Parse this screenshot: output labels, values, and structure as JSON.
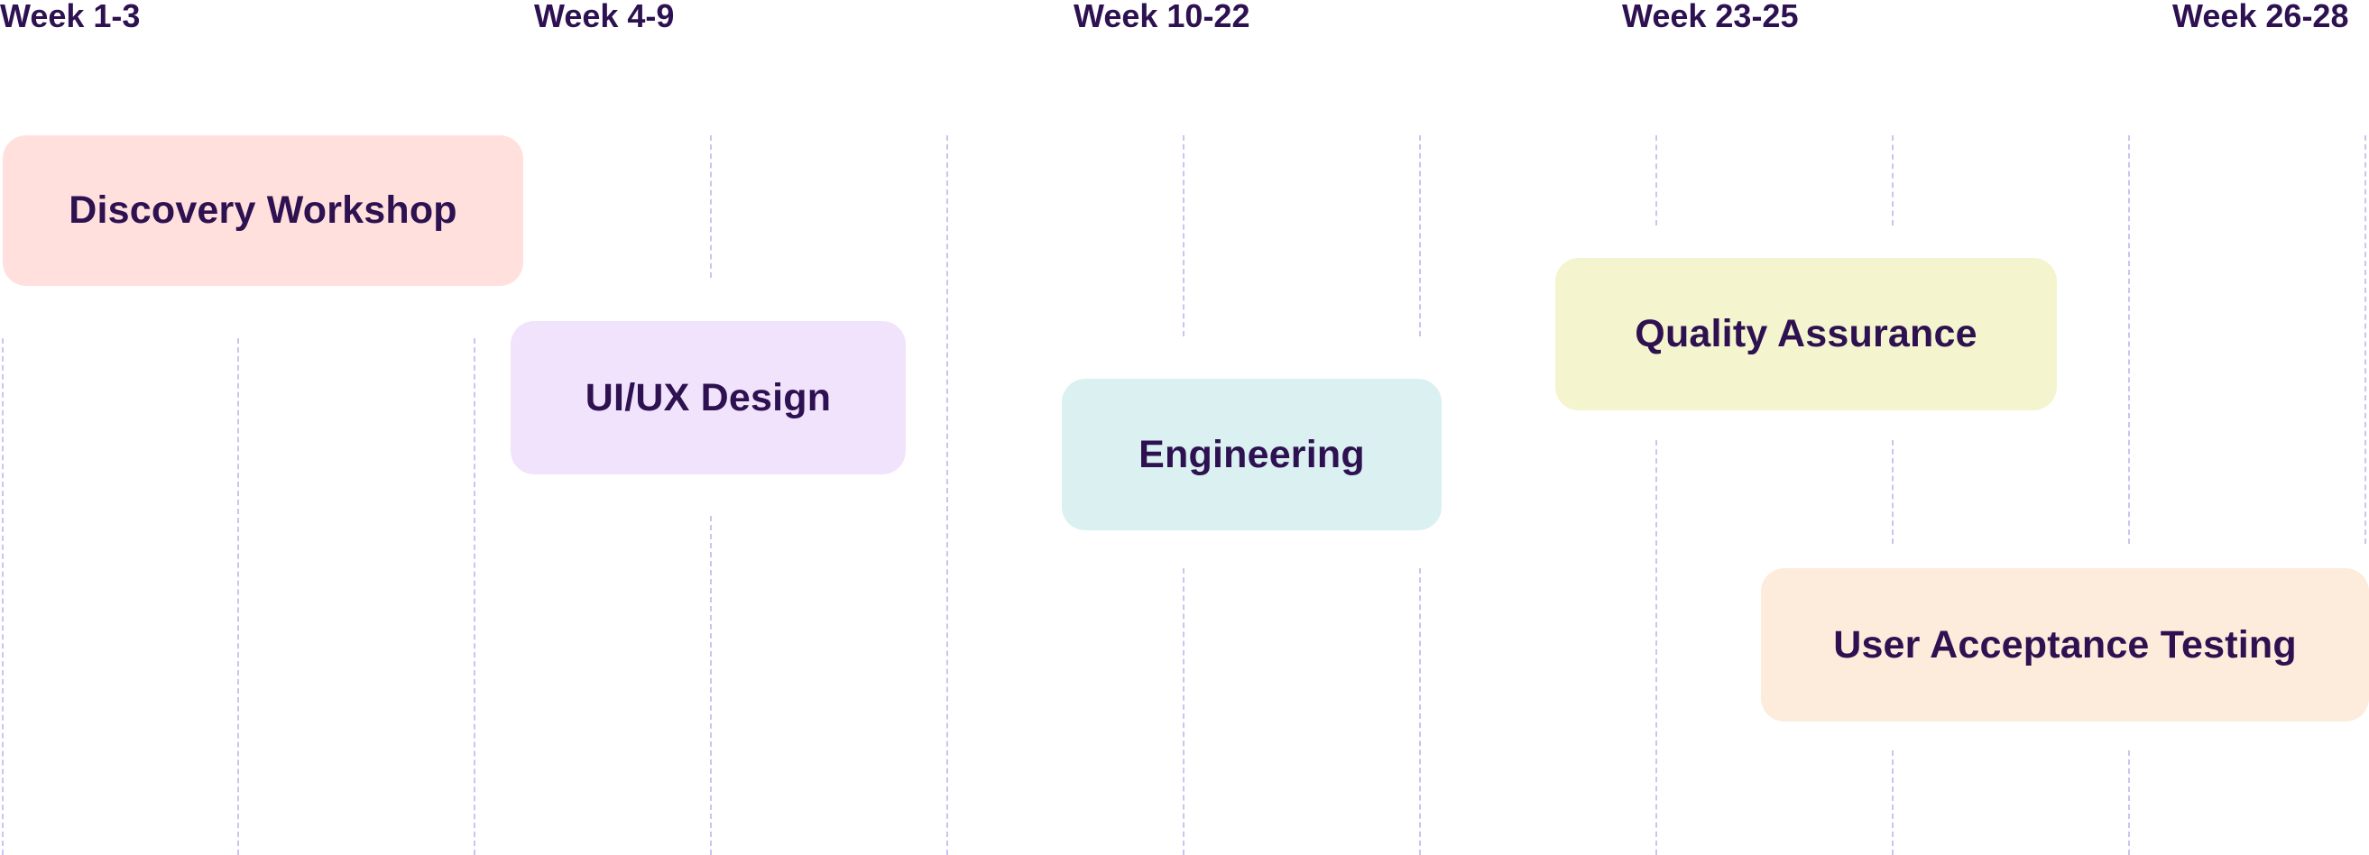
{
  "timeline": {
    "weeks": [
      "Week 1-3",
      "Week 4-9",
      "Week 10-22",
      "Week 23-25",
      "Week 26-28"
    ]
  },
  "phases": [
    {
      "label": "Discovery Workshop",
      "color": "#ffe0dd"
    },
    {
      "label": "UI/UX Design",
      "color": "#f2e3fc"
    },
    {
      "label": "Engineering",
      "color": "#daf0f1"
    },
    {
      "label": "Quality Assurance",
      "color": "#f4f5cf"
    },
    {
      "label": "User Acceptance Testing",
      "color": "#fdebdc"
    }
  ],
  "colors": {
    "text": "#2d1150",
    "gridline": "#cfc2f0",
    "background": "#ffffff"
  }
}
